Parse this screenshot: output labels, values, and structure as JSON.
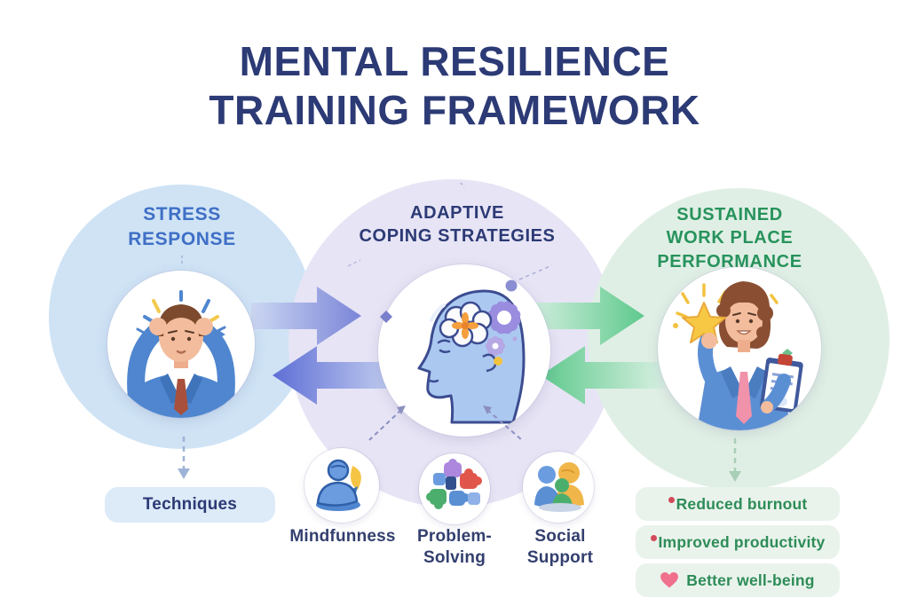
{
  "title": {
    "lines": [
      "MENTAL RESILIENCE",
      "TRAINING FRAMEWORK"
    ]
  },
  "stages": [
    {
      "name": "stress-response",
      "label_lines": [
        "STRESS",
        "RESPONSE"
      ],
      "label_color": "#3f6fc6",
      "circle_color": "#cfe3f5",
      "illustration": "stressed-man"
    },
    {
      "name": "adaptive-coping-strategies",
      "label_lines": [
        "ADAPTIVE",
        "COPING STRATEGIES"
      ],
      "label_color": "#2c3a75",
      "circle_color": "#e7e4f5",
      "illustration": "head-with-gears"
    },
    {
      "name": "sustained-workplace-performance",
      "label_lines": [
        "SUSTAINED",
        "WORK PLACE",
        "PERFORMANCE"
      ],
      "label_color": "#27935c",
      "circle_color": "#e0efe5",
      "illustration": "man-with-star-and-clipboard"
    }
  ],
  "techniques_pill": {
    "label": "Techniques"
  },
  "strategies": [
    {
      "icon": "meditating-person-icon",
      "label_lines": [
        "Mindfunness",
        ""
      ]
    },
    {
      "icon": "puzzle-pieces-icon",
      "label_lines": [
        "Problem-",
        "Solving"
      ]
    },
    {
      "icon": "people-group-icon",
      "label_lines": [
        "Social",
        "Support"
      ]
    }
  ],
  "outcomes": [
    {
      "bullet": "red-dot",
      "label": "Reduced burnout"
    },
    {
      "bullet": "red-dot",
      "label": "Improved productivity"
    },
    {
      "bullet": "heart-icon",
      "label": "Better well-being"
    }
  ],
  "colors": {
    "title": "#2c3a75",
    "blue_arrow_dark": "#6373d5",
    "blue_arrow_light": "#ccd7f2",
    "green_arrow_dark": "#5ec98c",
    "green_arrow_light": "#d4efe1",
    "techniques_pill_bg": "#ddeaf8",
    "outcome_pill_bg": "#e9f3ec",
    "outcome_text": "#2e8c58",
    "heart": "#f0718d",
    "bullet_dot": "#d24b5a"
  }
}
